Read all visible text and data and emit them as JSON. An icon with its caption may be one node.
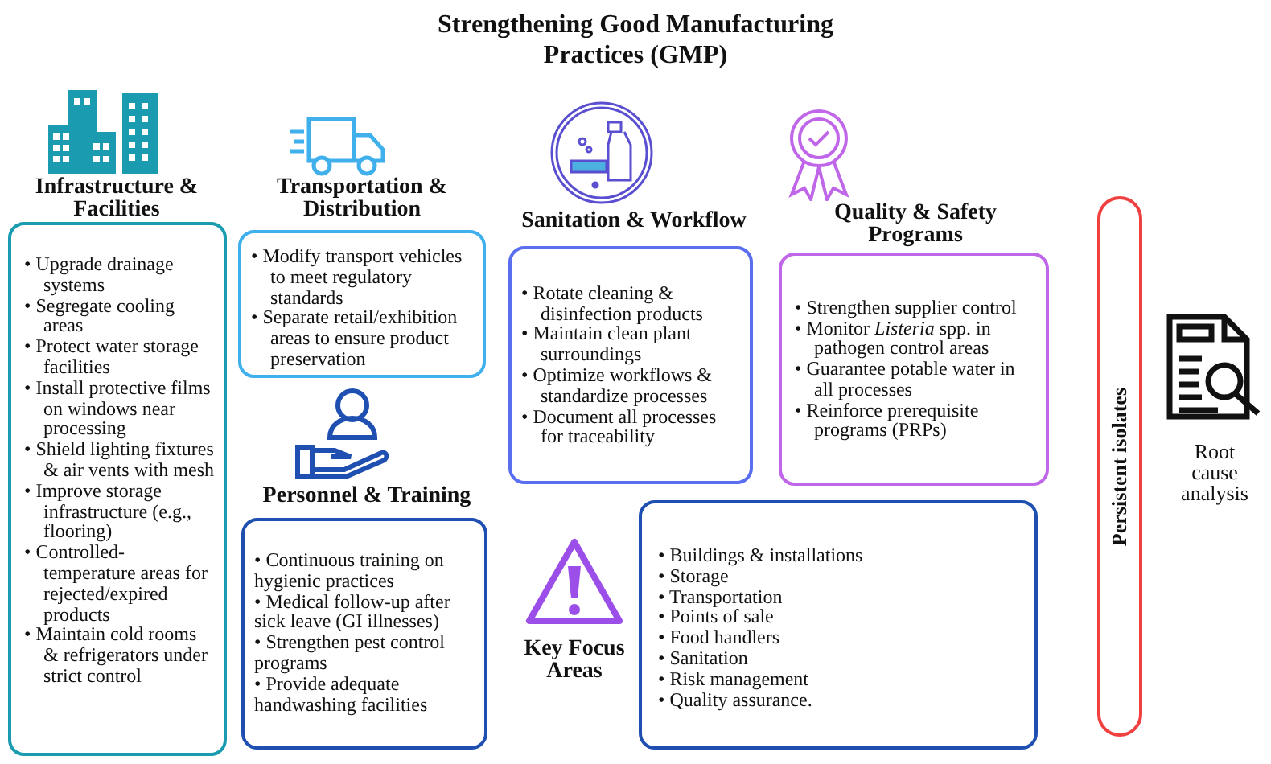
{
  "diagram": {
    "title": "Strengthening Good Manufacturing Practices (GMP)",
    "nodes": [
      {
        "text": [
          "Infrastructure & Facilities",
          "• Upgrade drainage systems",
          "• Segregate cooling areas",
          "• Protect water storage facilities",
          "• Install protective films on windows near processing",
          "• Shield lighting fixtures & air vents with mesh",
          "• Improve storage infrastructure (e.g., flooring)",
          "• Controlled-temperature areas for rejected/expired products",
          "• Maintain cold rooms & refrigerators under strict control"
        ]
      },
      {
        "text": [
          "Transportation & Distribution",
          "• Modify transport vehicles to meet regulatory standards",
          "• Separate retail/exhibition areas to ensure product preservation"
        ]
      },
      {
        "text": [
          "Personnel & Training",
          "• Continuous training on hygienic practices",
          "• Medical follow-up after sick leave (GI illnesses)",
          "• Strengthen pest control programs",
          "• Provide adequate handwashing facilities"
        ]
      },
      {
        "text": [
          "Sanitation & Workflow",
          "• Rotate cleaning & disinfection products",
          "• Maintain clean plant surroundings",
          "• Optimize workflows & standardize processes",
          "• Document all processes for traceability"
        ]
      },
      {
        "text": [
          "Quality & Safety Programs",
          "• Strengthen supplier control",
          "• Monitor *Listeria* spp. in pathogen control areas",
          "• Guarantee potable water in all processes",
          "• Reinforce prerequisite programs (PRPs)"
        ]
      },
      {
        "text": [
          "Key Focus Areas",
          "• Buildings & installations",
          "• Storage",
          "• Transportation",
          "• Points of sale",
          "• Food handlers",
          "• Sanitation",
          "• Risk management",
          "• Quality assurance."
        ]
      },
      {
        "text": [
          "Persistent isolates"
        ]
      }
    ],
    "edges": [],
    "labels": [
      "Root cause analysis"
    ]
  }
}
